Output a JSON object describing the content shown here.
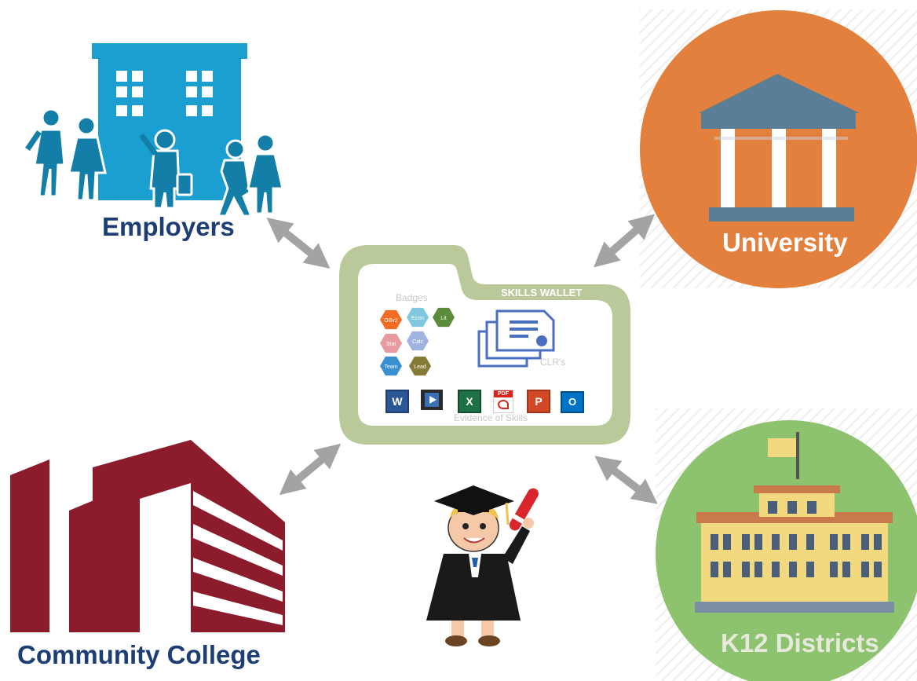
{
  "nodes": {
    "employers": {
      "label": "Employers"
    },
    "university": {
      "label": "University"
    },
    "community_college": {
      "label": "Community College"
    },
    "k12": {
      "label": "K12 Districts"
    }
  },
  "wallet": {
    "title": "SKILLS WALLET",
    "badges_label": "Badges",
    "clr_label": "CLR's",
    "evidence_label": "Evidence of Skills",
    "badges": [
      {
        "text": "OBv2",
        "color": "#f26c22"
      },
      {
        "text": "Econ",
        "color": "#7fc8e0"
      },
      {
        "text": "Lit",
        "color": "#5a8a3a"
      },
      {
        "text": "Stat",
        "color": "#e79aa0"
      },
      {
        "text": "Calc",
        "color": "#9fb3e0"
      },
      {
        "text": "Team",
        "color": "#3a8fd0"
      },
      {
        "text": "Lead",
        "color": "#857a36"
      }
    ],
    "file_icons": [
      "word-icon",
      "video-icon",
      "excel-icon",
      "pdf-icon",
      "powerpoint-icon",
      "outlook-icon"
    ],
    "file_glyphs": {
      "word": "W",
      "excel": "X",
      "pdf": "PDF",
      "powerpoint": "P",
      "outlook": "O"
    }
  },
  "colors": {
    "employers": "#1a9fd0",
    "employers_text": "#1c3e74",
    "university": "#e4803d",
    "university_building": "#5a7e95",
    "community_college": "#8c1c2c",
    "cc_text": "#1c3e74",
    "k12": "#8dc26f",
    "k12_building": "#f2d97f",
    "wallet_frame": "#b9c99a",
    "arrow": "#a3a3a3"
  }
}
